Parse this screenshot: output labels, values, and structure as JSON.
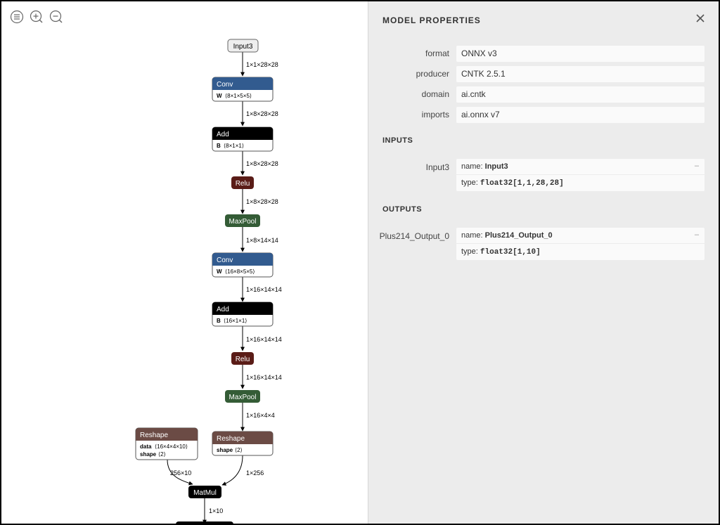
{
  "toolbar": {
    "menu_icon": "menu-icon",
    "zoom_in_icon": "zoom-in-icon",
    "zoom_out_icon": "zoom-out-icon"
  },
  "graph": {
    "nodes": {
      "input3": "Input3",
      "conv1": {
        "name": "Conv",
        "attr_key": "W",
        "attr_val": "⟨8×1×5×5⟩"
      },
      "add1": {
        "name": "Add",
        "attr_key": "B",
        "attr_val": "⟨8×1×1⟩"
      },
      "relu1": "Relu",
      "maxpool1": "MaxPool",
      "conv2": {
        "name": "Conv",
        "attr_key": "W",
        "attr_val": "⟨16×8×5×5⟩"
      },
      "add2": {
        "name": "Add",
        "attr_key": "B",
        "attr_val": "⟨16×1×1⟩"
      },
      "relu2": "Relu",
      "maxpool2": "MaxPool",
      "reshape_left": {
        "name": "Reshape",
        "attr1_key": "data",
        "attr1_val": "⟨16×4×4×10⟩",
        "attr2_key": "shape",
        "attr2_val": "⟨2⟩"
      },
      "reshape_right": {
        "name": "Reshape",
        "attr_key": "shape",
        "attr_val": "⟨2⟩"
      },
      "matmul": "MatMul"
    },
    "edges": {
      "e1": "1×1×28×28",
      "e2": "1×8×28×28",
      "e3": "1×8×28×28",
      "e4": "1×8×28×28",
      "e5": "1×8×14×14",
      "e6": "1×16×14×14",
      "e7": "1×16×14×14",
      "e8": "1×16×14×14",
      "e9": "1×16×4×4",
      "e10": "256×10",
      "e11": "1×256",
      "e12": "1×10"
    },
    "colors": {
      "conv": "#325b8f",
      "add": "#000000",
      "relu": "#5a1c17",
      "maxpool": "#345c36",
      "reshape": "#6b4b45",
      "matmul": "#000000",
      "input": "#eeeeee"
    }
  },
  "panel": {
    "title": "MODEL PROPERTIES",
    "close_icon": "close-icon",
    "properties": [
      {
        "label": "format",
        "value": "ONNX v3"
      },
      {
        "label": "producer",
        "value": "CNTK 2.5.1"
      },
      {
        "label": "domain",
        "value": "ai.cntk"
      },
      {
        "label": "imports",
        "value": "ai.onnx v7"
      }
    ],
    "inputs_heading": "INPUTS",
    "input": {
      "label": "Input3",
      "name_prefix": "name: ",
      "name": "Input3",
      "type_prefix": "type: ",
      "type": "float32[1,1,28,28]",
      "toggle": "–"
    },
    "outputs_heading": "OUTPUTS",
    "output": {
      "label": "Plus214_Output_0",
      "name_prefix": "name: ",
      "name": "Plus214_Output_0",
      "type_prefix": "type: ",
      "type": "float32[1,10]",
      "toggle": "–"
    }
  }
}
